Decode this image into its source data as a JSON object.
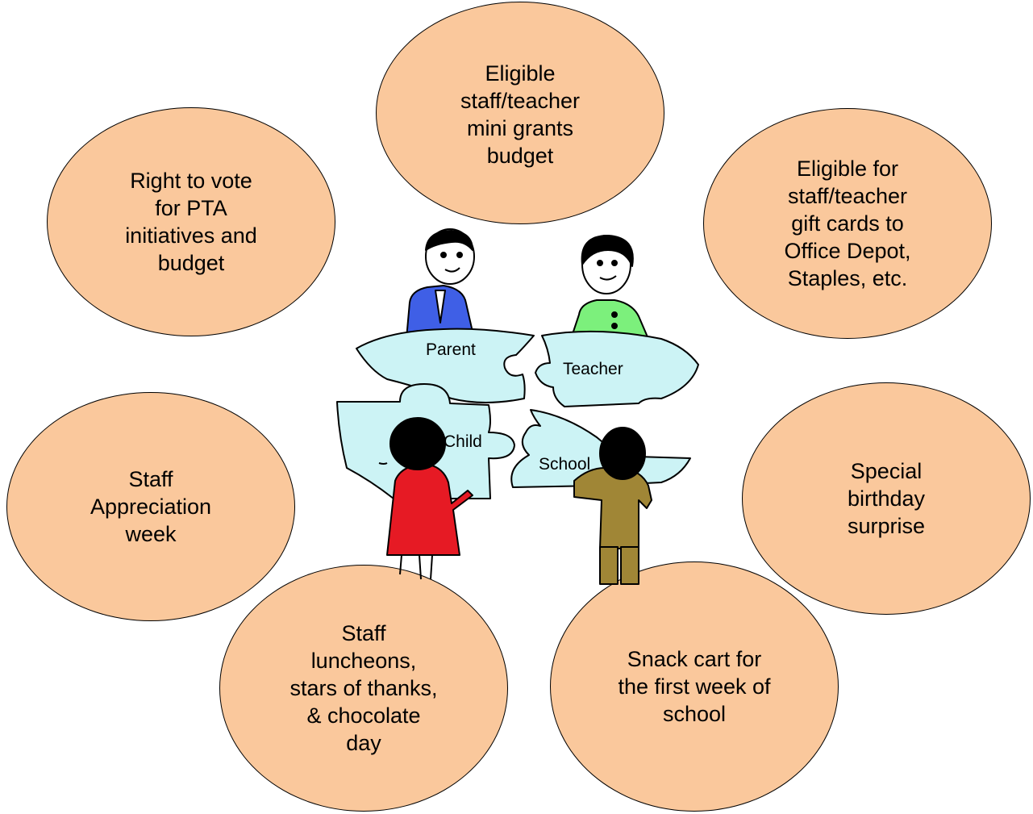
{
  "bubbles": {
    "mini_grants": "Eligible\nstaff/teacher\nmini grants\nbudget",
    "gift_cards": "Eligible for\nstaff/teacher\ngift cards to\nOffice Depot,\nStaples, etc.",
    "right_to_vote": "Right to vote\nfor PTA\ninitiatives and\nbudget",
    "appreciation_week": "Staff\nAppreciation\nweek",
    "birthday": "Special\nbirthday\nsurprise",
    "luncheons": "Staff\nluncheons,\nstars of thanks,\n& chocolate\nday",
    "snack_cart": "Snack cart for\nthe first week of\nschool"
  },
  "puzzle": {
    "parent": "Parent",
    "teacher": "Teacher",
    "child": "Child",
    "school": "School"
  },
  "colors": {
    "bubble_fill": "#fac89c",
    "puzzle_fill": "#ccf3f5",
    "parent_suit": "#3f5fe6",
    "teacher_shirt": "#7cf07c",
    "child_dress": "#e61a24",
    "school_suit": "#a08636"
  }
}
